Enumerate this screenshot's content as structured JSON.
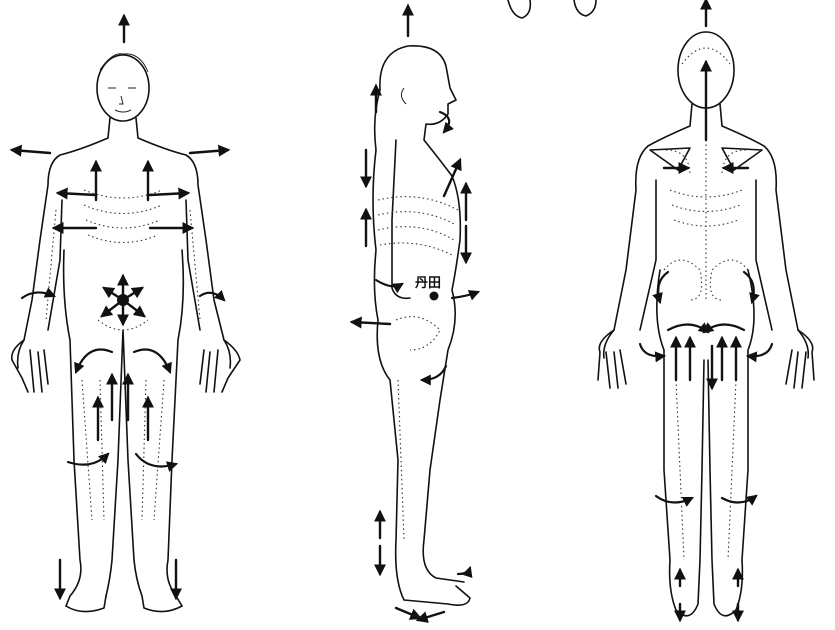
{
  "figures": [
    {
      "view": "front"
    },
    {
      "view": "side",
      "point_label": "丹田"
    },
    {
      "view": "back"
    }
  ]
}
